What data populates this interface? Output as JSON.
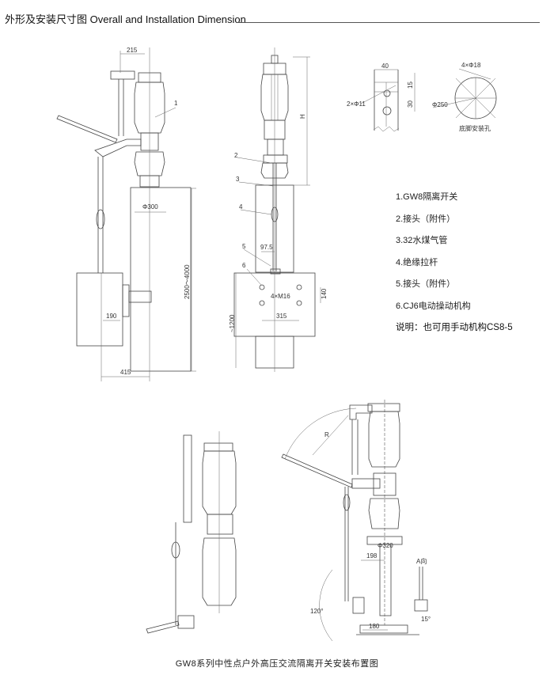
{
  "header": {
    "title": "外形及安装尺寸图 Overall and Installation Dimension"
  },
  "side_view": {
    "dims": {
      "top_offset": "215",
      "pole_dia": "Φ300",
      "height_range": "2500～4000",
      "box_offset": "190",
      "bottom_offset": "415"
    },
    "label_1": "1"
  },
  "front_view": {
    "labels": [
      "2",
      "3",
      "4",
      "5",
      "6"
    ],
    "dims": {
      "h": "H",
      "offset": "97.5",
      "bolts": "4×M16",
      "vspace": "140",
      "hspace": "315",
      "box_height": "~1200"
    }
  },
  "hole_detail": {
    "width": "40",
    "top": "15",
    "spacing": "30",
    "holes": "2×Φ11"
  },
  "base_detail": {
    "holes": "4×Φ18",
    "dia": "Φ250",
    "caption": "底脚安装孔"
  },
  "legend": {
    "items": [
      "1.GW8隔离开关",
      "2.接头（附件）",
      "3.32水煤气管",
      "4.绝缘拉杆",
      "5.接头（附件）",
      "6.CJ6电动操动机构"
    ],
    "note": "说明：也可用手动机构CS8-5"
  },
  "install_view": {
    "dims": {
      "radius": "R",
      "pole_dia": "Φ320",
      "offset": "198",
      "base": "180",
      "angle": "120°",
      "view": "A向",
      "tilt": "15°"
    }
  },
  "caption": "GW8系列中性点户外高压交流隔离开关安装布置图"
}
